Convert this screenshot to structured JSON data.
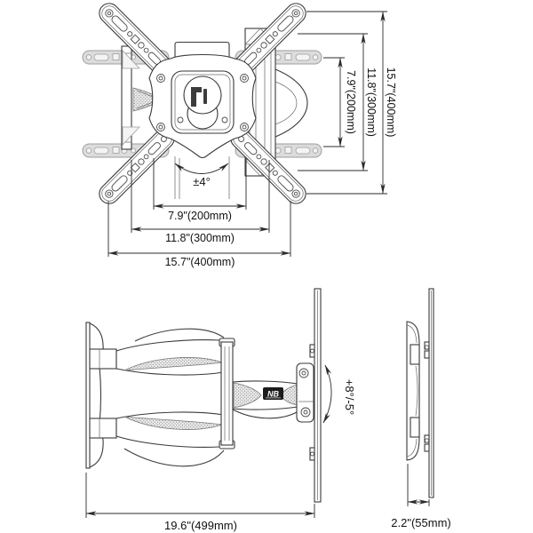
{
  "front_view": {
    "rotation_angle": "±4°",
    "dim_h_200": "7.9\"(200mm)",
    "dim_h_300": "11.8\"(300mm)",
    "dim_h_400": "15.7\"(400mm)",
    "dim_v_200": "7.9\"(200mm)",
    "dim_v_300": "11.8\"(300mm)",
    "dim_v_400": "15.7\"(400mm)"
  },
  "side_view": {
    "arm_length": "19.6\"(499mm)",
    "tilt_angle": "+8°/-5°",
    "logo": "NB"
  },
  "profile_view": {
    "depth": "2.2\"(55mm)"
  },
  "colors": {
    "line": "#2b2b2b",
    "gray_part_fill": "#dcdcdc",
    "logo_bg": "#1c1c1c"
  }
}
